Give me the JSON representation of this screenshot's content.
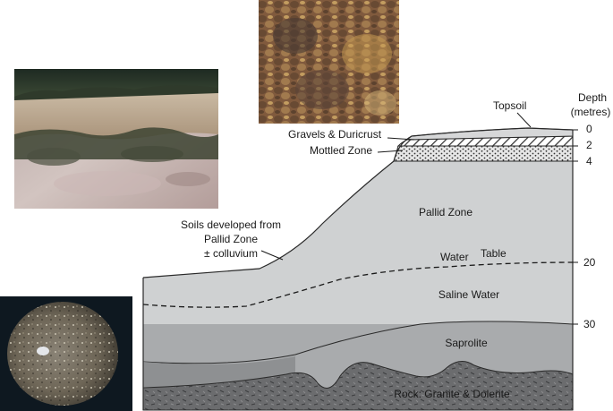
{
  "depth_axis": {
    "title_line1": "Depth",
    "title_line2": "(metres)",
    "ticks": [
      "0",
      "2",
      "4",
      "20",
      "30"
    ]
  },
  "zones": {
    "topsoil": "Topsoil",
    "gravels": "Gravels & Duricrust",
    "mottled": "Mottled Zone",
    "pallid": "Pallid Zone",
    "water_table_word1": "Water",
    "water_table_word2": "Table",
    "saline": "Saline Water",
    "saprolite": "Saprolite",
    "rock": "Rock: Granite & Dolerite"
  },
  "soils_note": {
    "line1": "Soils developed from",
    "line2": "Pallid Zone",
    "line3": "± colluvium"
  },
  "colors": {
    "pallid": "#cfd1d2",
    "saprolite": "#a9abad",
    "saprolite_lower": "#8e9092",
    "rock": "#6a6b6d",
    "outline": "#2a2a2a"
  }
}
